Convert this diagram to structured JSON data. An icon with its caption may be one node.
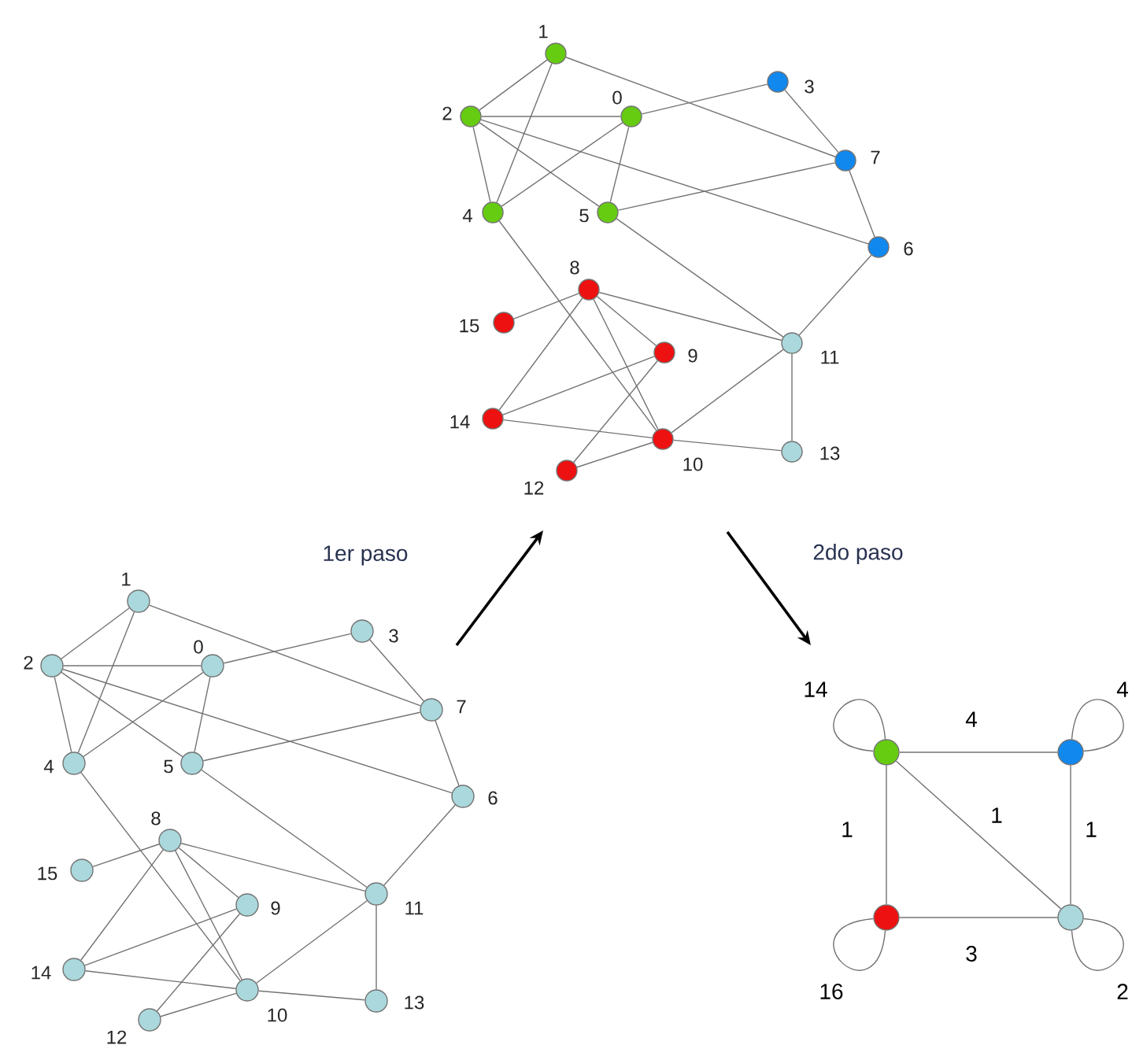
{
  "diagram": {
    "nodes": [
      {
        "text": [],
        "shape": "circle",
        "beside": [
          "0"
        ]
      },
      {
        "text": [],
        "shape": "circle",
        "beside": [
          "1"
        ]
      },
      {
        "text": [],
        "shape": "circle",
        "beside": [
          "2"
        ]
      },
      {
        "text": [],
        "shape": "circle",
        "beside": [
          "3"
        ]
      },
      {
        "text": [],
        "shape": "circle",
        "beside": [
          "4"
        ]
      },
      {
        "text": [],
        "shape": "circle",
        "beside": [
          "5"
        ]
      },
      {
        "text": [],
        "shape": "circle",
        "beside": [
          "6"
        ]
      },
      {
        "text": [],
        "shape": "circle",
        "beside": [
          "7"
        ]
      },
      {
        "text": [],
        "shape": "circle",
        "beside": [
          "8"
        ]
      },
      {
        "text": [],
        "shape": "circle",
        "beside": [
          "9"
        ]
      },
      {
        "text": [],
        "shape": "circle",
        "beside": [
          "10"
        ]
      },
      {
        "text": [],
        "shape": "circle",
        "beside": [
          "11"
        ]
      },
      {
        "text": [],
        "shape": "circle",
        "beside": [
          "12"
        ]
      },
      {
        "text": [],
        "shape": "circle",
        "beside": [
          "13"
        ]
      },
      {
        "text": [],
        "shape": "circle",
        "beside": [
          "14"
        ]
      },
      {
        "text": [],
        "shape": "circle",
        "beside": [
          "15"
        ]
      },
      {
        "text": [],
        "shape": "circle",
        "beside": [
          "0"
        ]
      },
      {
        "text": [],
        "shape": "circle",
        "beside": [
          "1"
        ]
      },
      {
        "text": [],
        "shape": "circle",
        "beside": [
          "2"
        ]
      },
      {
        "text": [],
        "shape": "circle",
        "beside": [
          "3"
        ]
      },
      {
        "text": [],
        "shape": "circle",
        "beside": [
          "4"
        ]
      },
      {
        "text": [],
        "shape": "circle",
        "beside": [
          "5"
        ]
      },
      {
        "text": [],
        "shape": "circle",
        "beside": [
          "6"
        ]
      },
      {
        "text": [],
        "shape": "circle",
        "beside": [
          "7"
        ]
      },
      {
        "text": [],
        "shape": "circle",
        "beside": [
          "8"
        ]
      },
      {
        "text": [],
        "shape": "circle",
        "beside": [
          "9"
        ]
      },
      {
        "text": [],
        "shape": "circle",
        "beside": [
          "10"
        ]
      },
      {
        "text": [],
        "shape": "circle",
        "beside": [
          "11"
        ]
      },
      {
        "text": [],
        "shape": "circle",
        "beside": [
          "12"
        ]
      },
      {
        "text": [],
        "shape": "circle",
        "beside": [
          "13"
        ]
      },
      {
        "text": [],
        "shape": "circle",
        "beside": [
          "14"
        ]
      },
      {
        "text": [],
        "shape": "circle",
        "beside": [
          "15"
        ]
      },
      {
        "text": [],
        "shape": "circle"
      },
      {
        "text": [],
        "shape": "circle"
      },
      {
        "text": [],
        "shape": "circle"
      },
      {
        "text": [],
        "shape": "circle"
      }
    ],
    "edges": [
      {
        "from": 1,
        "to": 2,
        "arrow": "none"
      },
      {
        "from": 1,
        "to": 4,
        "arrow": "none"
      },
      {
        "from": 1,
        "to": 7,
        "arrow": "none"
      },
      {
        "from": 2,
        "to": 0,
        "arrow": "none"
      },
      {
        "from": 2,
        "to": 4,
        "arrow": "none"
      },
      {
        "from": 2,
        "to": 5,
        "arrow": "none"
      },
      {
        "from": 2,
        "to": 6,
        "arrow": "none"
      },
      {
        "from": 0,
        "to": 3,
        "arrow": "none"
      },
      {
        "from": 0,
        "to": 4,
        "arrow": "none"
      },
      {
        "from": 0,
        "to": 5,
        "arrow": "none"
      },
      {
        "from": 3,
        "to": 7,
        "arrow": "none"
      },
      {
        "from": 5,
        "to": 7,
        "arrow": "none"
      },
      {
        "from": 7,
        "to": 6,
        "arrow": "none"
      },
      {
        "from": 4,
        "to": 10,
        "arrow": "none"
      },
      {
        "from": 5,
        "to": 11,
        "arrow": "none"
      },
      {
        "from": 6,
        "to": 11,
        "arrow": "none"
      },
      {
        "from": 8,
        "to": 15,
        "arrow": "none"
      },
      {
        "from": 8,
        "to": 14,
        "arrow": "none"
      },
      {
        "from": 8,
        "to": 9,
        "arrow": "none"
      },
      {
        "from": 8,
        "to": 10,
        "arrow": "none"
      },
      {
        "from": 8,
        "to": 11,
        "arrow": "none"
      },
      {
        "from": 9,
        "to": 14,
        "arrow": "none"
      },
      {
        "from": 9,
        "to": 12,
        "arrow": "none"
      },
      {
        "from": 14,
        "to": 10,
        "arrow": "none"
      },
      {
        "from": 10,
        "to": 12,
        "arrow": "none"
      },
      {
        "from": 10,
        "to": 11,
        "arrow": "none"
      },
      {
        "from": 10,
        "to": 13,
        "arrow": "none"
      },
      {
        "from": 11,
        "to": 13,
        "arrow": "none"
      },
      {
        "from": 17,
        "to": 18,
        "arrow": "none"
      },
      {
        "from": 17,
        "to": 20,
        "arrow": "none"
      },
      {
        "from": 17,
        "to": 23,
        "arrow": "none"
      },
      {
        "from": 18,
        "to": 16,
        "arrow": "none"
      },
      {
        "from": 18,
        "to": 20,
        "arrow": "none"
      },
      {
        "from": 18,
        "to": 21,
        "arrow": "none"
      },
      {
        "from": 18,
        "to": 22,
        "arrow": "none"
      },
      {
        "from": 16,
        "to": 19,
        "arrow": "none"
      },
      {
        "from": 16,
        "to": 20,
        "arrow": "none"
      },
      {
        "from": 16,
        "to": 21,
        "arrow": "none"
      },
      {
        "from": 19,
        "to": 23,
        "arrow": "none"
      },
      {
        "from": 21,
        "to": 23,
        "arrow": "none"
      },
      {
        "from": 23,
        "to": 22,
        "arrow": "none"
      },
      {
        "from": 20,
        "to": 26,
        "arrow": "none"
      },
      {
        "from": 21,
        "to": 27,
        "arrow": "none"
      },
      {
        "from": 22,
        "to": 27,
        "arrow": "none"
      },
      {
        "from": 24,
        "to": 31,
        "arrow": "none"
      },
      {
        "from": 24,
        "to": 30,
        "arrow": "none"
      },
      {
        "from": 24,
        "to": 25,
        "arrow": "none"
      },
      {
        "from": 24,
        "to": 26,
        "arrow": "none"
      },
      {
        "from": 24,
        "to": 27,
        "arrow": "none"
      },
      {
        "from": 25,
        "to": 30,
        "arrow": "none"
      },
      {
        "from": 25,
        "to": 28,
        "arrow": "none"
      },
      {
        "from": 30,
        "to": 26,
        "arrow": "none"
      },
      {
        "from": 26,
        "to": 28,
        "arrow": "none"
      },
      {
        "from": 26,
        "to": 27,
        "arrow": "none"
      },
      {
        "from": 26,
        "to": 29,
        "arrow": "none"
      },
      {
        "from": 27,
        "to": 29,
        "arrow": "none"
      },
      {
        "from": 32,
        "to": 33,
        "arrow": "none",
        "label": "4"
      },
      {
        "from": 32,
        "to": 34,
        "arrow": "none",
        "label": "1"
      },
      {
        "from": 32,
        "to": 35,
        "arrow": "none",
        "label": "1"
      },
      {
        "from": 33,
        "to": 35,
        "arrow": "none",
        "label": "1"
      },
      {
        "from": 34,
        "to": 35,
        "arrow": "none",
        "label": "3"
      },
      {
        "from": 32,
        "to": 32,
        "arrow": "none",
        "label": "14"
      },
      {
        "from": 33,
        "to": 33,
        "arrow": "none",
        "label": "4"
      },
      {
        "from": 34,
        "to": 34,
        "arrow": "none",
        "label": "16"
      },
      {
        "from": 35,
        "to": 35,
        "arrow": "none",
        "label": "2"
      }
    ],
    "labels": [
      "1er paso",
      "2do paso"
    ]
  }
}
